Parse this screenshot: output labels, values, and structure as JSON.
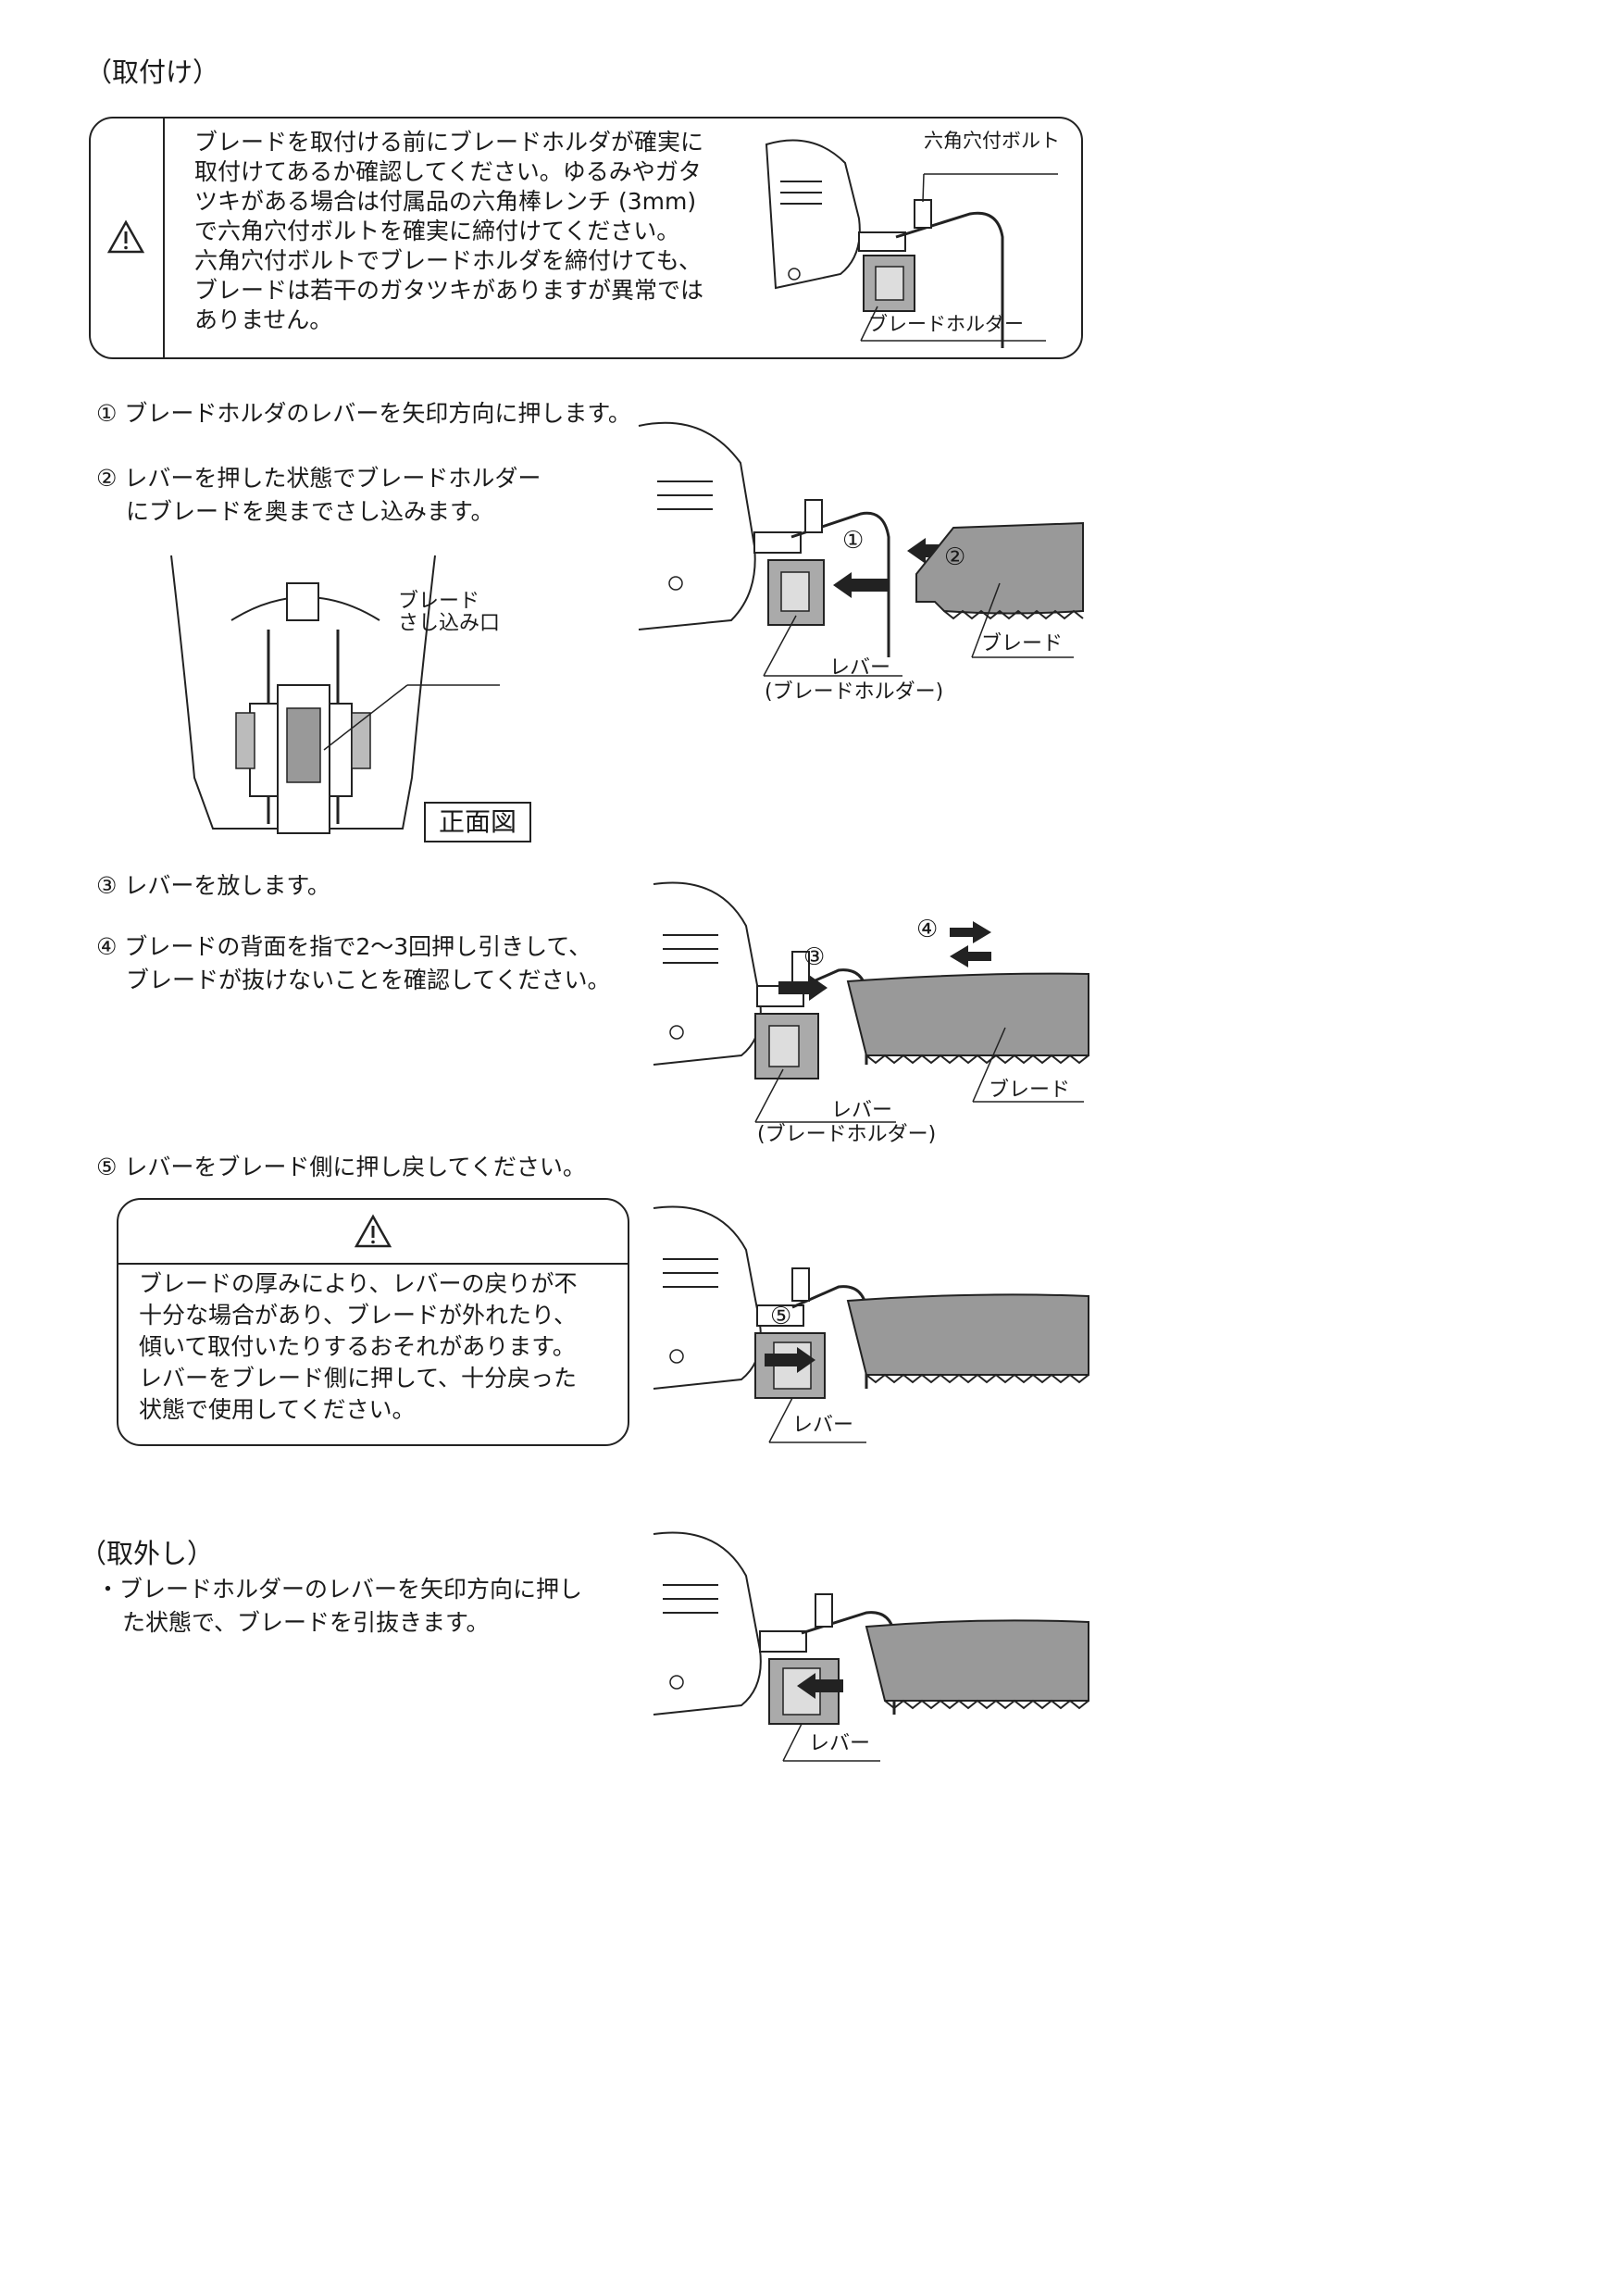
{
  "install": {
    "heading": "（取付け）",
    "warning": {
      "lines": [
        "ブレードを取付ける前にブレードホルダが確実に",
        "取付けてあるか確認してください。ゆるみやガタ",
        "ツキがある場合は付属品の六角棒レンチ (3mm)",
        "で六角穴付ボルトを確実に締付けてください。",
        "六角穴付ボルトでブレードホルダを締付けても、",
        "ブレードは若干のガタツキがありますが異常では",
        "ありません。"
      ],
      "fig_label_bolt": "六角穴付ボルト",
      "fig_label_holder": "ブレードホルダー"
    },
    "step1": "① ブレードホルダのレバーを矢印方向に押します。",
    "step2_line1": "② レバーを押した状態でブレードホルダー",
    "step2_line2": "にブレードを奥までさし込みます。",
    "front_view": {
      "label_line1": "ブレード",
      "label_line2": "さし込み口",
      "caption": "正面図"
    },
    "fig2": {
      "marker1": "①",
      "marker2": "②",
      "label_blade": "ブレード",
      "label_lever_line1": "レバー",
      "label_lever_line2": "(ブレードホルダー)"
    },
    "step3": "③ レバーを放します。",
    "step4_line1": "④ ブレードの背面を指で2～3回押し引きして、",
    "step4_line2": "ブレードが抜けないことを確認してください。",
    "fig3": {
      "marker3": "③",
      "marker4": "④",
      "label_blade": "ブレード",
      "label_lever_line1": "レバー",
      "label_lever_line2": "(ブレードホルダー)"
    },
    "step5": "⑤ レバーをブレード側に押し戻してください。",
    "caution": {
      "lines": [
        "ブレードの厚みにより、レバーの戻りが不",
        "十分な場合があり、ブレードが外れたり、",
        "傾いて取付いたりするおそれがあります。",
        "レバーをブレード側に押して、十分戻った",
        "状態で使用してください。"
      ]
    },
    "fig4": {
      "marker5": "⑤",
      "label_lever": "レバー"
    }
  },
  "removal": {
    "heading": "（取外し）",
    "line1": "・ブレードホルダーのレバーを矢印方向に押し",
    "line2": "た状態で、ブレードを引抜きます。",
    "fig": {
      "label_lever": "レバー"
    }
  },
  "icons": {
    "warning": "warning-triangle-icon"
  }
}
